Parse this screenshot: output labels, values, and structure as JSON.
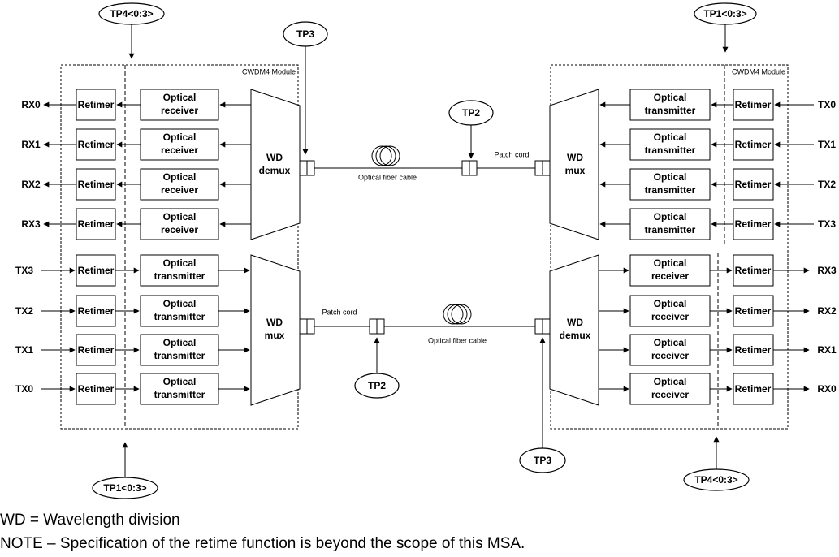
{
  "module_label": "CWDM4 Module",
  "left": {
    "rx": [
      "RX0",
      "RX1",
      "RX2",
      "RX3"
    ],
    "tx": [
      "TX3",
      "TX2",
      "TX1",
      "TX0"
    ],
    "demux": [
      "WD",
      "demux"
    ],
    "mux": [
      "WD",
      "mux"
    ],
    "tp_top": "TP4<0:3>",
    "tp_bottom": "TP1<0:3>"
  },
  "right": {
    "tx": [
      "TX0",
      "TX1",
      "TX2",
      "TX3"
    ],
    "rx": [
      "RX3",
      "RX2",
      "RX1",
      "RX0"
    ],
    "mux": [
      "WD",
      "mux"
    ],
    "demux": [
      "WD",
      "demux"
    ],
    "tp_top": "TP1<0:3>",
    "tp_bottom": "TP4<0:3>"
  },
  "retimer_label": "Retimer",
  "optical_receiver": [
    "Optical",
    "receiver"
  ],
  "optical_transmitter": [
    "Optical",
    "transmitter"
  ],
  "fiber_label": "Optical fiber cable",
  "patch_label": "Patch cord",
  "tp3": "TP3",
  "tp2": "TP2",
  "notes": {
    "wd": "WD = Wavelength division",
    "note": "NOTE – Specification of the retime function is beyond the scope of this MSA."
  }
}
